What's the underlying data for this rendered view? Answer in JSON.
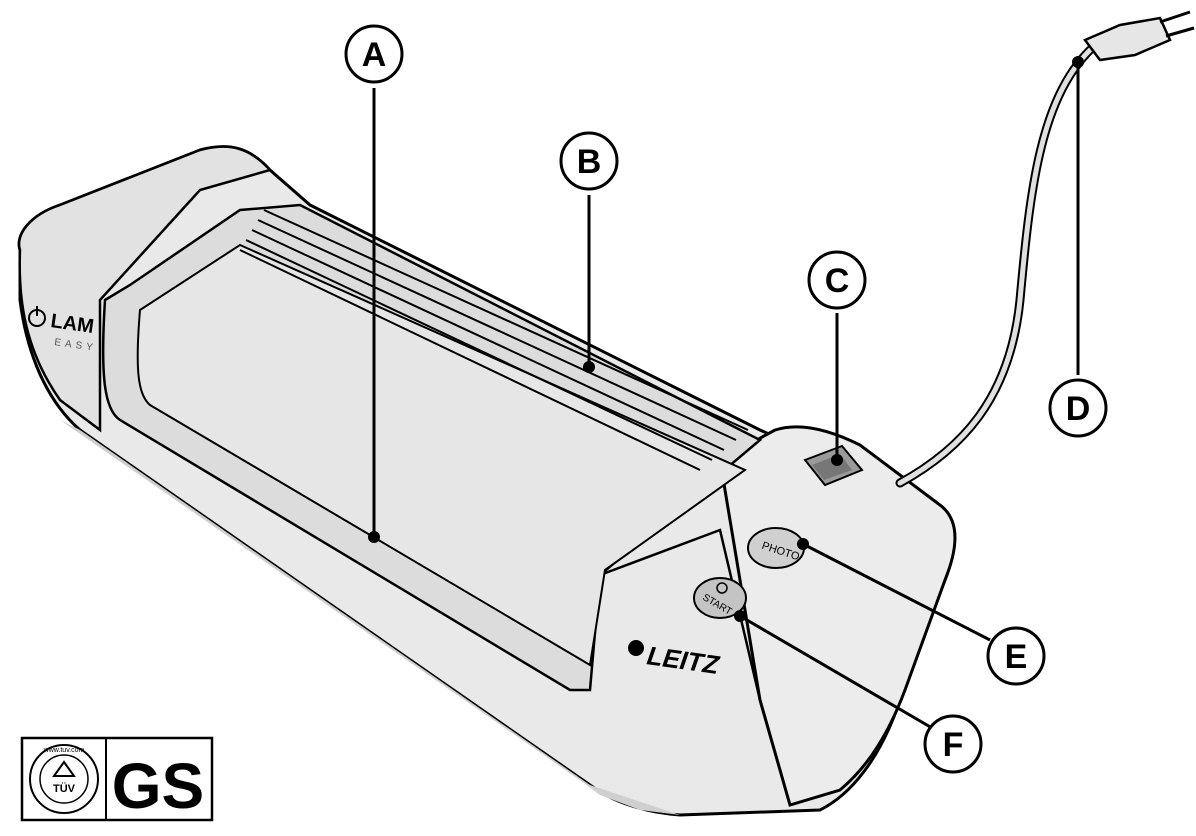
{
  "callouts": [
    {
      "id": "A",
      "letter": "A"
    },
    {
      "id": "B",
      "letter": "B"
    },
    {
      "id": "C",
      "letter": "C"
    },
    {
      "id": "D",
      "letter": "D"
    },
    {
      "id": "E",
      "letter": "E"
    },
    {
      "id": "F",
      "letter": "F"
    }
  ],
  "device": {
    "brand": "LEITZ",
    "model_logo_line1": "LAM",
    "model_logo_line2": "EASY",
    "photo_button_label": "PHOTO",
    "start_button_label": "START"
  },
  "certification": {
    "tuv_ring_text": "www.tuv.com",
    "tuv_mark": "TÜV",
    "gs_mark": "GS"
  },
  "colors": {
    "line": "#000000",
    "body_fill": "#e9e9e9",
    "body_shadow": "#d4d4d4",
    "background": "#ffffff"
  }
}
